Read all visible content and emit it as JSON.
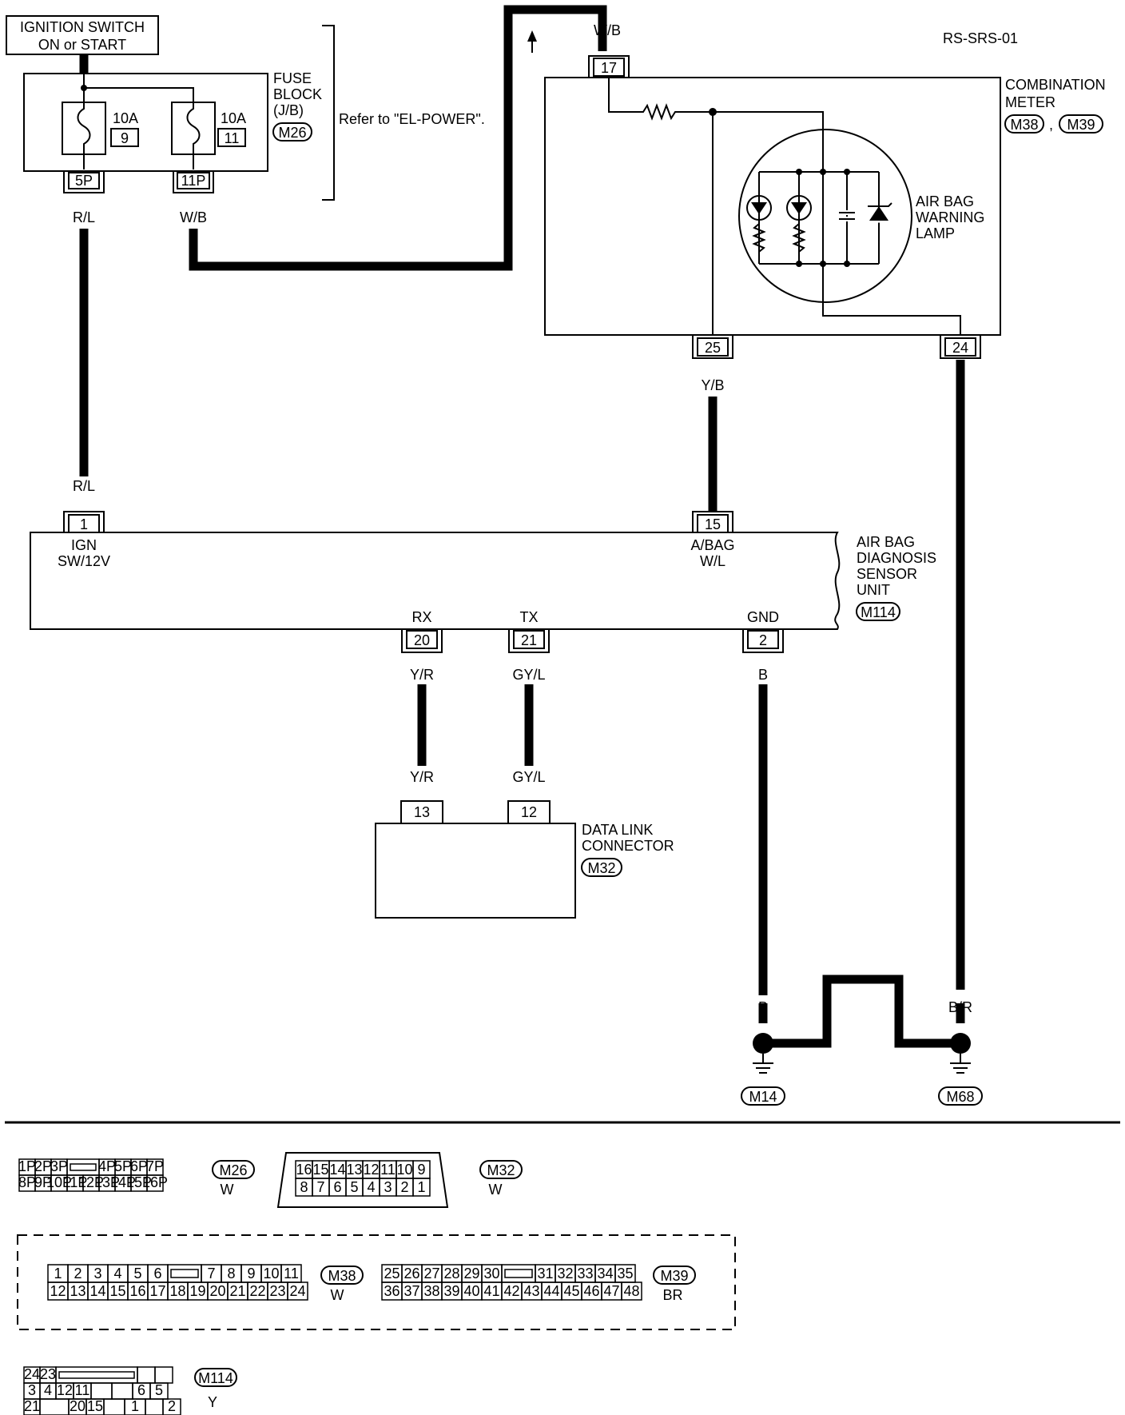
{
  "title": "RS-SRS-01",
  "ignition": {
    "line1": "IGNITION SWITCH",
    "line2": "ON or START"
  },
  "fuse_block": {
    "label_lines": [
      "FUSE",
      "BLOCK",
      "(J/B)"
    ],
    "connector": "M26",
    "refer": "Refer to \"EL-POWER\".",
    "fuses": [
      {
        "amps": "10A",
        "number": "9",
        "terminal": "5P",
        "wire": "R/L"
      },
      {
        "amps": "10A",
        "number": "11",
        "terminal": "11P",
        "wire": "W/B"
      }
    ]
  },
  "combination_meter": {
    "label_lines": [
      "COMBINATION",
      "METER"
    ],
    "connectors": [
      "M38",
      "M39"
    ],
    "separator": ",",
    "input_terminal": "17",
    "input_wire": "W/B",
    "lamp_lines": [
      "AIR BAG",
      "WARNING",
      "LAMP"
    ],
    "terminal_left": "25",
    "terminal_right": "24"
  },
  "sensor_unit": {
    "label_lines": [
      "AIR BAG",
      "DIAGNOSIS",
      "SENSOR",
      "UNIT"
    ],
    "connector": "M114",
    "pins": [
      {
        "terminal": "1",
        "name_lines": [
          "IGN",
          "SW/12V"
        ],
        "wire": "R/L"
      },
      {
        "terminal": "15",
        "name_lines": [
          "A/BAG",
          "W/L"
        ],
        "wire": "Y/B"
      },
      {
        "terminal": "20",
        "name_lines": [
          "RX"
        ],
        "wire": "Y/R"
      },
      {
        "terminal": "21",
        "name_lines": [
          "TX"
        ],
        "wire": "GY/L"
      },
      {
        "terminal": "2",
        "name_lines": [
          "GND"
        ],
        "wire": "B"
      }
    ]
  },
  "data_link": {
    "label_lines": [
      "DATA LINK",
      "CONNECTOR"
    ],
    "connector": "M32",
    "terminals": [
      {
        "terminal": "13",
        "wire": "Y/R"
      },
      {
        "terminal": "12",
        "wire": "GY/L"
      }
    ]
  },
  "grounds": [
    {
      "connector": "M14",
      "wire": "B",
      "jumper_wire": "B"
    },
    {
      "connector": "M68",
      "wire": "B/R",
      "jumper_wire": "B"
    }
  ],
  "connector_views": [
    {
      "name": "M26",
      "color": "W",
      "rows": [
        [
          "1P",
          "2P",
          "3P",
          "",
          "4P",
          "5P",
          "6P",
          "7P"
        ],
        [
          "8P",
          "9P",
          "10P",
          "11P",
          "12P",
          "13P",
          "14P",
          "15P",
          "16P"
        ]
      ]
    },
    {
      "name": "M32",
      "color": "W",
      "rows": [
        [
          "16",
          "15",
          "14",
          "13",
          "12",
          "11",
          "10",
          "9"
        ],
        [
          "8",
          "7",
          "6",
          "5",
          "4",
          "3",
          "2",
          "1"
        ]
      ]
    },
    {
      "name": "M38",
      "color": "W",
      "rows": [
        [
          "1",
          "2",
          "3",
          "4",
          "5",
          "6",
          "",
          "7",
          "8",
          "9",
          "10",
          "11"
        ],
        [
          "12",
          "13",
          "14",
          "15",
          "16",
          "17",
          "18",
          "19",
          "20",
          "21",
          "22",
          "23",
          "24"
        ]
      ]
    },
    {
      "name": "M39",
      "color": "BR",
      "rows": [
        [
          "25",
          "26",
          "27",
          "28",
          "29",
          "30",
          "",
          "31",
          "32",
          "33",
          "34",
          "35"
        ],
        [
          "36",
          "37",
          "38",
          "39",
          "40",
          "41",
          "42",
          "43",
          "44",
          "45",
          "46",
          "47",
          "48"
        ]
      ]
    },
    {
      "name": "M114",
      "color": "Y",
      "rows": [
        [
          "24",
          "23",
          "",
          "",
          ""
        ],
        [
          "3",
          "4",
          "12",
          "11",
          "",
          "",
          "6",
          "5"
        ],
        [
          "21",
          "",
          "20",
          "15",
          "",
          "1",
          "",
          "2"
        ]
      ]
    }
  ]
}
